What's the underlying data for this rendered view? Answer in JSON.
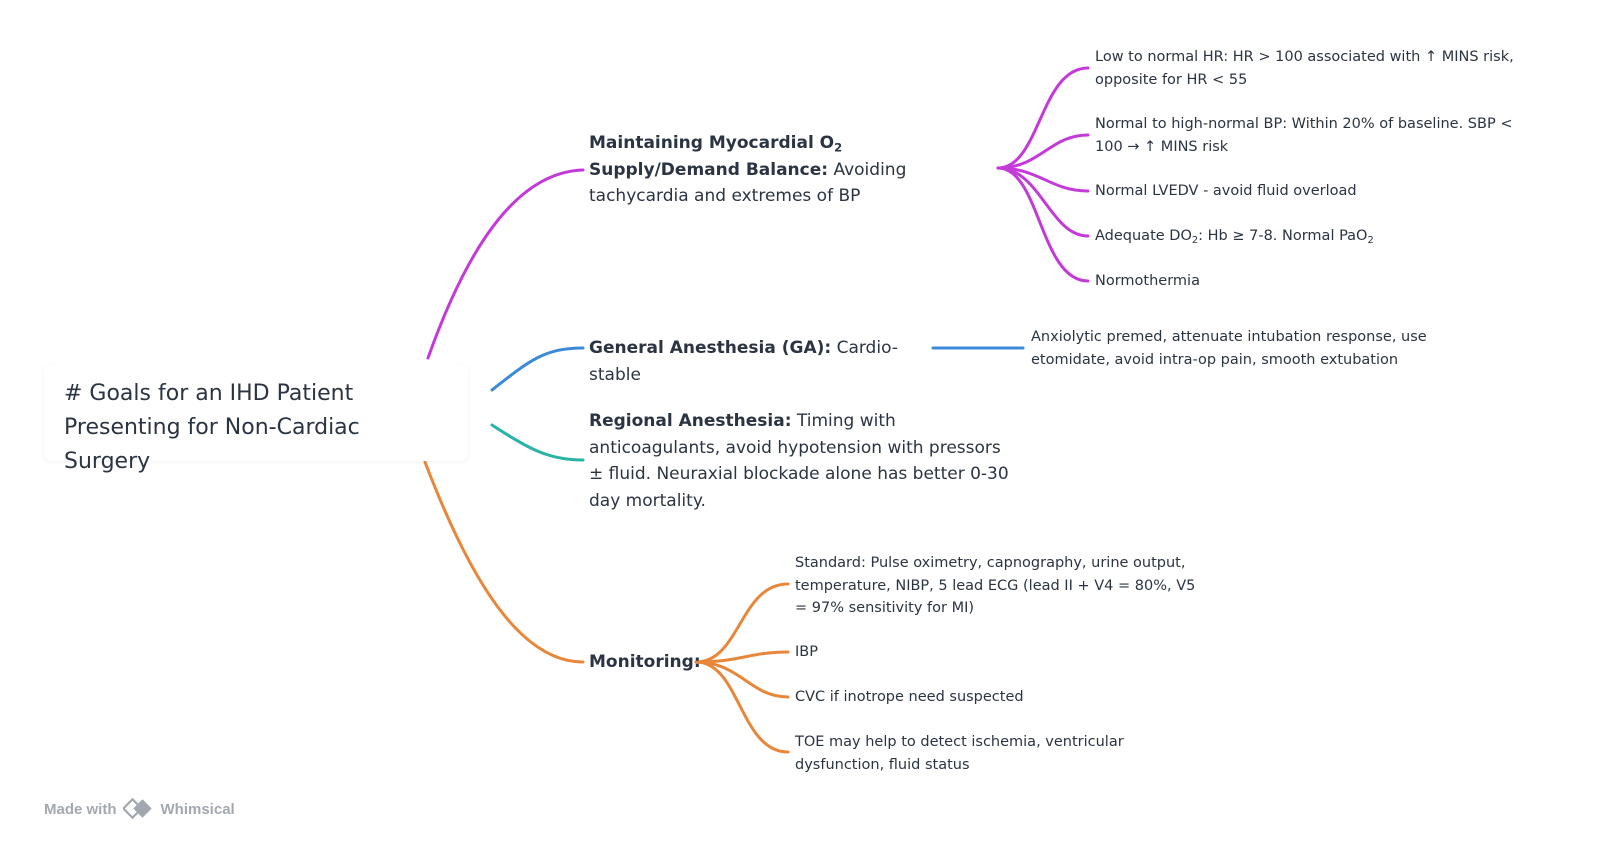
{
  "title": "# Goals for an IHD Patient Presenting for Non-Cardiac Surgery",
  "colors": {
    "supply": "#c43ad8",
    "ga": "#3a8ad8",
    "regional": "#2bb3a6",
    "monitoring": "#e8873a",
    "text": "#2b3442"
  },
  "branches": {
    "supply": {
      "label_a": "Maintaining Myocardial O",
      "label_sub": "2",
      "label_b": " Supply/Demand Balance:",
      "desc": " Avoiding tachycardia and extremes of BP",
      "children": [
        {
          "text": "Low to normal HR: HR > 100 associated with ↑ MINS risk, opposite for HR < 55"
        },
        {
          "text": "Normal to high-normal BP: Within 20% of baseline. SBP < 100 → ↑ MINS risk"
        },
        {
          "text": "Normal LVEDV - avoid fluid overload"
        },
        {
          "a": "Adequate DO",
          "s1": "2",
          "b": ": Hb ≥ 7-8. Normal PaO",
          "s2": "2"
        },
        {
          "text": "Normothermia"
        }
      ]
    },
    "ga": {
      "label": "General Anesthesia (GA):",
      "desc": " Cardio-stable",
      "children": [
        {
          "text": "Anxiolytic premed, attenuate intubation response, use etomidate, avoid intra-op pain, smooth extubation"
        }
      ]
    },
    "regional": {
      "label": "Regional Anesthesia:",
      "desc": " Timing with anticoagulants, avoid hypotension with pressors ± fluid. Neuraxial blockade alone has better 0-30 day mortality."
    },
    "monitoring": {
      "label": "Monitoring:",
      "children": [
        {
          "text": "Standard: Pulse oximetry, capnography, urine output, temperature, NIBP, 5 lead ECG (lead II + V4 = 80%, V5 = 97% sensitivity for MI)"
        },
        {
          "text": "IBP"
        },
        {
          "text": "CVC if inotrope need suspected"
        },
        {
          "text": "TOE may help to detect ischemia, ventricular dysfunction, fluid status"
        }
      ]
    }
  },
  "footer": {
    "made_with": "Made with",
    "brand": "Whimsical",
    "logo_icon": "whimsical-logo-icon"
  }
}
